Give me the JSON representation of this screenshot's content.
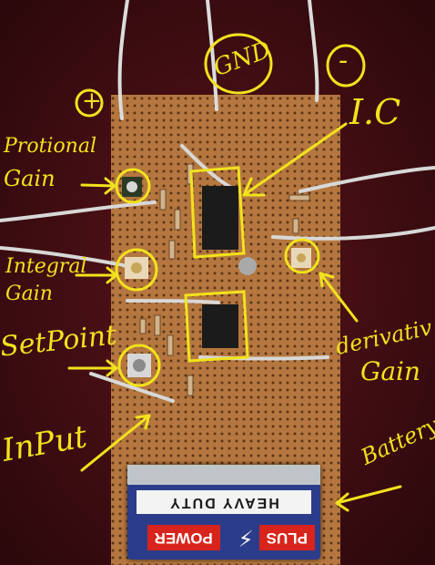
{
  "annotations": {
    "plus": "+",
    "gnd": "GND",
    "minus": "-",
    "ic": "I.C",
    "proportional_line1": "Protional",
    "proportional_line2": "Gain",
    "integral_line1": "Integral",
    "integral_line2": "Gain",
    "setpoint": "SetPoint",
    "input": "InPut",
    "derivative_line1": "derivativ",
    "derivative_line2": "Gain",
    "battery": "Battery"
  },
  "battery_label": {
    "stripe": "HEAVY DUTY",
    "brand_left": "POWER",
    "brand_right": "PLUS"
  },
  "colors": {
    "annotation": "#f2e21d",
    "background_cloth": "#3a0c10",
    "perfboard": "#b5773f",
    "battery_body": "#2b3c8a",
    "battery_brand": "#d8241c",
    "wire": "#dcdcdc"
  }
}
